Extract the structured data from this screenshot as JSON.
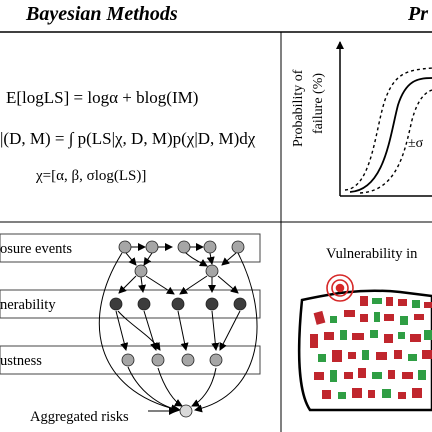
{
  "headers": {
    "left": "Bayesian Methods",
    "right": "Pr"
  },
  "equations": {
    "line1": "E[logLS] = logα + blog(IM)",
    "line2": "|(D, M) = ∫ p(LS|χ, D, M)p(χ|D, M)dχ",
    "line3": "χ=[α, β, σlog(LS)]"
  },
  "fragility_plot": {
    "ylabel_line1": "Probability of",
    "ylabel_line2": "failure (%)",
    "sigma_label": "±σ"
  },
  "network": {
    "rows": [
      "osure events",
      "nerability",
      "ustness"
    ],
    "aggregated_label": "Aggregated risks"
  },
  "map": {
    "title": "Vulnerability in"
  },
  "colors": {
    "node_light": "#a6a6a6",
    "node_dark": "#3c3c3c",
    "building_red": "#c0262d",
    "building_green": "#2f9e44",
    "epicenter": "#d62828"
  }
}
